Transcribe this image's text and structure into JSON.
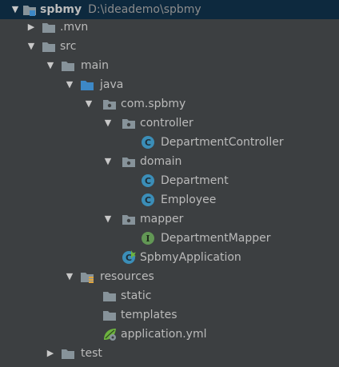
{
  "project": {
    "name": "spbmy",
    "path": "D:\\ideademo\\spbmy"
  },
  "tree": [
    {
      "label": "spbmy",
      "icon": "module-folder-icon",
      "arrow": "down",
      "hint": "D:\\ideademo\\spbmy",
      "selected": true
    },
    {
      "label": ".mvn",
      "icon": "folder-icon",
      "arrow": "right"
    },
    {
      "label": "src",
      "icon": "folder-icon",
      "arrow": "down"
    },
    {
      "label": "main",
      "icon": "folder-icon",
      "arrow": "down"
    },
    {
      "label": "java",
      "icon": "source-root-folder-icon",
      "arrow": "down"
    },
    {
      "label": "com.spbmy",
      "icon": "package-icon",
      "arrow": "down"
    },
    {
      "label": "controller",
      "icon": "package-icon",
      "arrow": "down"
    },
    {
      "label": "DepartmentController",
      "icon": "class-icon",
      "arrow": "none"
    },
    {
      "label": "domain",
      "icon": "package-icon",
      "arrow": "down"
    },
    {
      "label": "Department",
      "icon": "class-icon",
      "arrow": "none"
    },
    {
      "label": "Employee",
      "icon": "class-icon",
      "arrow": "none"
    },
    {
      "label": "mapper",
      "icon": "package-icon",
      "arrow": "down"
    },
    {
      "label": "DepartmentMapper",
      "icon": "interface-icon",
      "arrow": "none"
    },
    {
      "label": "SpbmyApplication",
      "icon": "spring-boot-class-icon",
      "arrow": "none"
    },
    {
      "label": "resources",
      "icon": "resources-root-folder-icon",
      "arrow": "down"
    },
    {
      "label": "static",
      "icon": "folder-icon",
      "arrow": "none"
    },
    {
      "label": "templates",
      "icon": "folder-icon",
      "arrow": "none"
    },
    {
      "label": "application.yml",
      "icon": "spring-config-icon",
      "arrow": "none"
    },
    {
      "label": "test",
      "icon": "folder-icon",
      "arrow": "right"
    }
  ],
  "colors": {
    "background": "#3c3f41",
    "selection": "#0d293e",
    "text": "#bbbbbb",
    "hint": "#8c8c8c",
    "folder": "#87939a",
    "source_root": "#3d88c6",
    "class": "#3b8eb8",
    "interface": "#629755",
    "spring": "#6db33f"
  }
}
